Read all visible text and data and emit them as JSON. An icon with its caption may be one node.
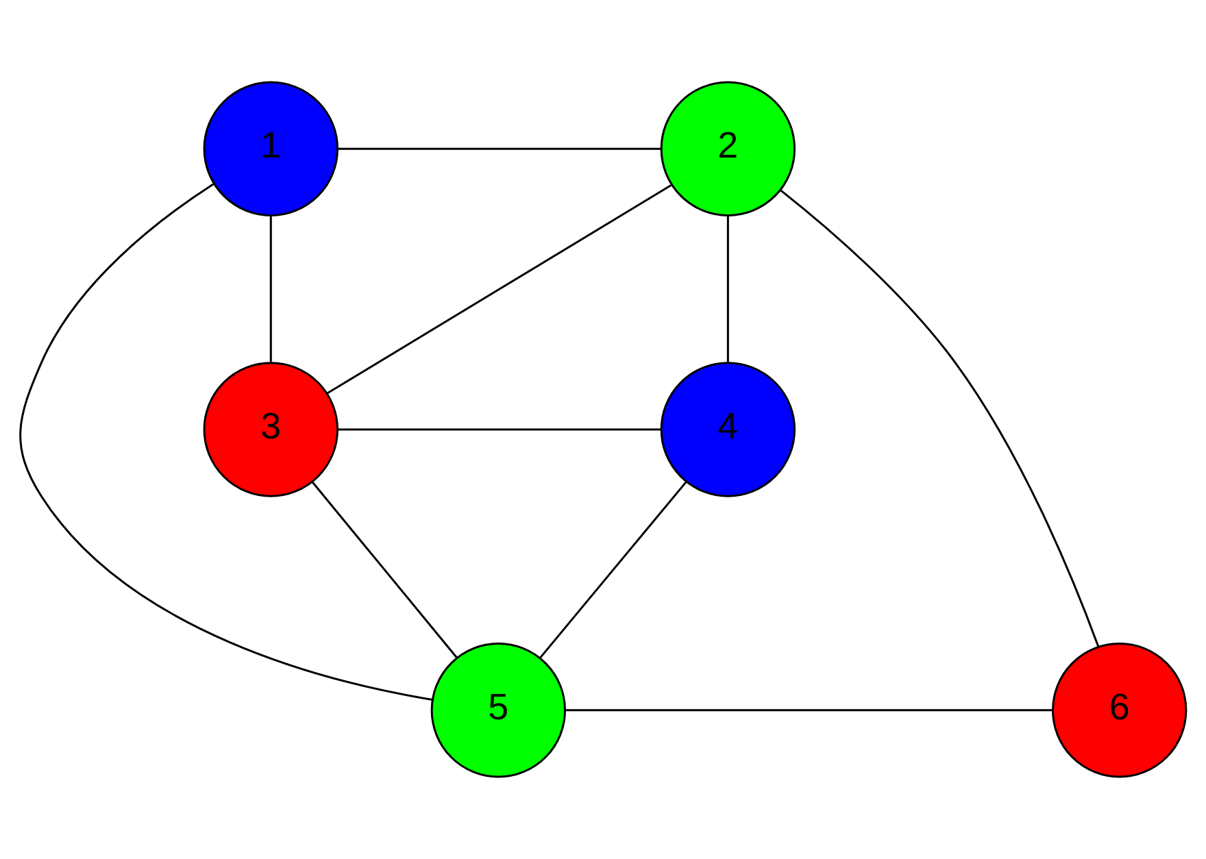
{
  "diagram": {
    "nodes": [
      {
        "text": [
          "1"
        ]
      },
      {
        "text": [
          "2"
        ]
      },
      {
        "text": [
          "3"
        ]
      },
      {
        "text": [
          "4"
        ]
      },
      {
        "text": [
          "5"
        ]
      },
      {
        "text": [
          "6"
        ]
      }
    ],
    "edges": [
      {
        "from": 0,
        "to": 1,
        "arrow": "none"
      },
      {
        "from": 0,
        "to": 2,
        "arrow": "none"
      },
      {
        "from": 0,
        "to": 4,
        "arrow": "none"
      },
      {
        "from": 1,
        "to": 2,
        "arrow": "none"
      },
      {
        "from": 1,
        "to": 3,
        "arrow": "none"
      },
      {
        "from": 1,
        "to": 5,
        "arrow": "none"
      },
      {
        "from": 2,
        "to": 3,
        "arrow": "none"
      },
      {
        "from": 2,
        "to": 4,
        "arrow": "none"
      },
      {
        "from": 3,
        "to": 4,
        "arrow": "none"
      },
      {
        "from": 4,
        "to": 5,
        "arrow": "none"
      }
    ]
  }
}
